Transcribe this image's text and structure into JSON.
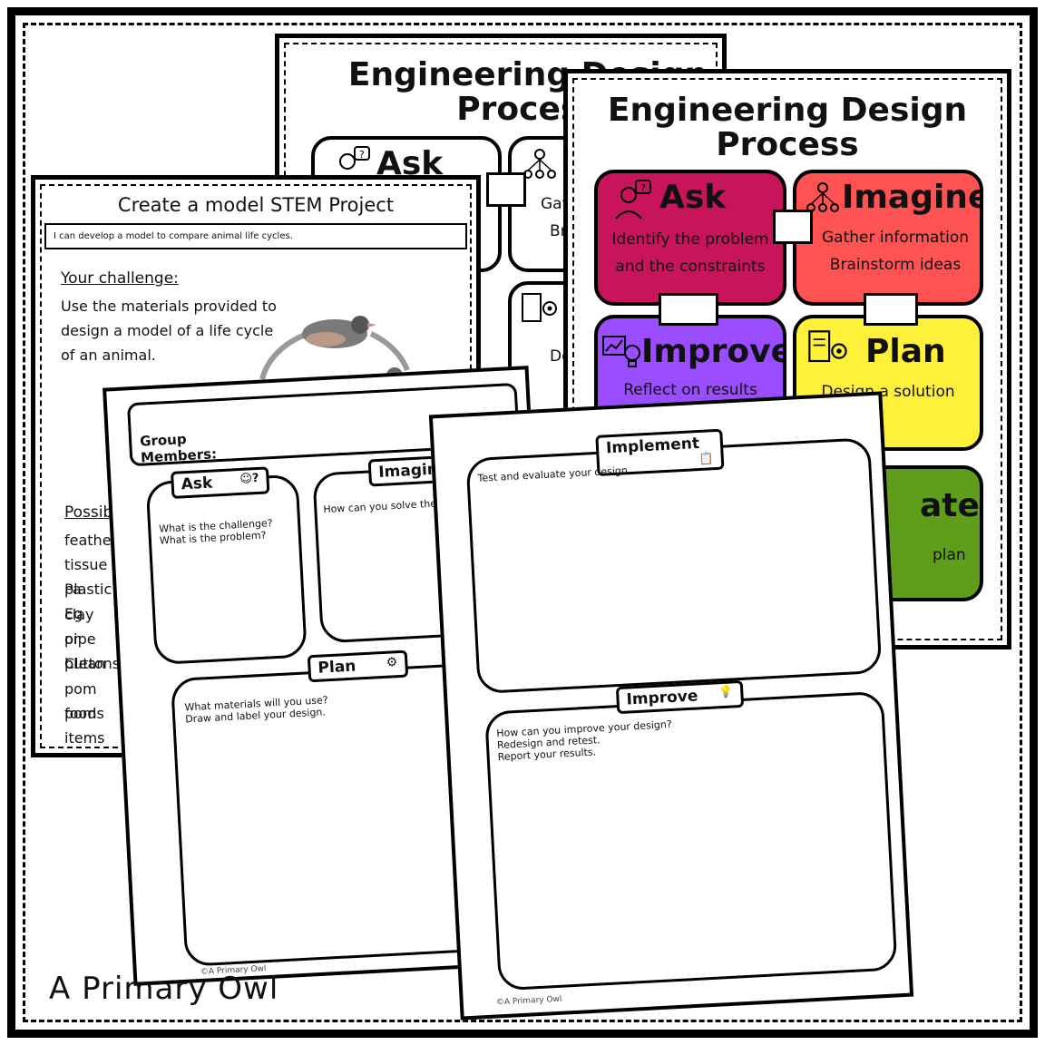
{
  "brand": "A Primary Owl",
  "poster_back": {
    "title": "Engineering Design\nProcess",
    "ask": "Ask",
    "frag_gat": "Gat",
    "frag_br": "Br",
    "frag_de": "De"
  },
  "poster_front": {
    "title": "Engineering Design\nProcess",
    "ask": {
      "label": "Ask",
      "text": "Identify the problem\nand the constraints",
      "color": "#C8145A"
    },
    "imagine": {
      "label": "Imagine",
      "text": "Gather information\nBrainstorm ideas",
      "color": "#FF5252"
    },
    "improve": {
      "label": "Improve",
      "text": "Reflect on results\nand redesign",
      "color": "#9A4DFF"
    },
    "plan": {
      "label": "Plan",
      "text": "Design a solution",
      "color": "#FFF03A"
    },
    "create": {
      "label": "ate",
      "text": "plan",
      "color": "#5E9E1A"
    }
  },
  "stem": {
    "title": "Create a model STEM Project",
    "goal": "I can develop a model to compare animal life cycles.",
    "challenge_heading": "Your challenge:",
    "challenge_text": "Use the materials provided to\ndesign a model of a life cycle\nof an animal.",
    "possible_heading": "Possible",
    "materials": [
      "feathers",
      "tissue Pa",
      "plastic Eg",
      "clay or pl",
      "pipe Clean",
      "buttons",
      "pom poms",
      "food items"
    ]
  },
  "ws1": {
    "group": "Group\nMembers:",
    "ask_tab": "Ask",
    "ask_q": "What is the challenge?\nWhat is the problem?",
    "imagine_tab": "Imagine",
    "imagine_q": "How can you solve the proble",
    "plan_tab": "Plan",
    "plan_q": "What materials will you use?\nDraw and label your design.",
    "copyright": "©A Primary Owl"
  },
  "ws2": {
    "implement_tab": "Implement",
    "implement_q": "Test and evaluate your design.",
    "improve_tab": "Improve",
    "improve_q": "How can you improve your design?\nRedesign and retest.\nReport your results.",
    "copyright": "©A Primary Owl"
  }
}
